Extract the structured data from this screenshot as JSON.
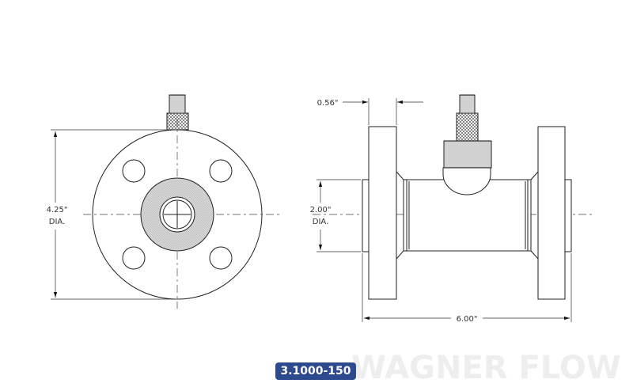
{
  "drawing": {
    "watermark": "WAGNER FLOW",
    "front_view": {
      "dimension_value": "4.25\"",
      "dimension_note": "DIA."
    },
    "side_view": {
      "flange_thickness": "0.56\"",
      "bore_value": "2.00\"",
      "bore_note": "DIA.",
      "overall_length": "6.00\""
    },
    "part_number": "3.1000-150",
    "label_color": "#2e4a8e"
  }
}
